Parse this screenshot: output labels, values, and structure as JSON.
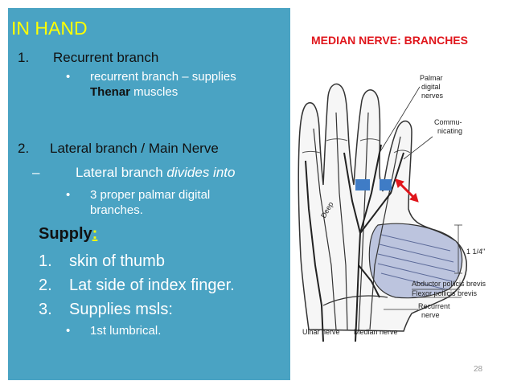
{
  "left": {
    "heading": "IN HAND",
    "item1": {
      "num": "1.",
      "label": "Recurrent branch"
    },
    "item1_bullet": {
      "mark": "•",
      "line1": "recurrent branch – supplies",
      "bold": "Thenar",
      "rest": " muscles"
    },
    "item2": {
      "num": "2.",
      "label": "Lateral branch / Main Nerve"
    },
    "dash": {
      "mark": "–",
      "prefix": "Lateral branch ",
      "italic": "divides into"
    },
    "item2_bullet": {
      "mark": "•",
      "line1": "3 proper palmar digital",
      "line2": "branches."
    },
    "supply": {
      "word": "Supply",
      "colon": ":"
    },
    "supply_list": [
      {
        "num": "1.",
        "text": "skin of  thumb"
      },
      {
        "num": "2.",
        "text": "Lat side of index finger."
      },
      {
        "num": "3.",
        "text": "Supplies msls:"
      }
    ],
    "last_bullet": {
      "mark": "•",
      "text": "1st lumbrical."
    }
  },
  "right": {
    "title": "MEDIAN NERVE: BRANCHES",
    "labels": {
      "palmar1": "Palmar",
      "palmar2": "digital",
      "palmar3": "nerves",
      "commu1": "Commu-",
      "commu2": "nicating",
      "deep": "Deep",
      "measure": "1 1/4\"",
      "abductor": "Abductor pollicis brevis",
      "flexor": "Flexor pollicis brevis",
      "recurrent1": "Recurrent",
      "recurrent2": "nerve",
      "ulnar": "Ulnar nerve",
      "median": "Median nerve"
    }
  },
  "page_number": "28",
  "colors": {
    "panel": "#4aa3c3",
    "heading": "#ffff00",
    "title": "#e0161c",
    "marker": "#3f7cc6",
    "arrow": "#e0161c"
  }
}
